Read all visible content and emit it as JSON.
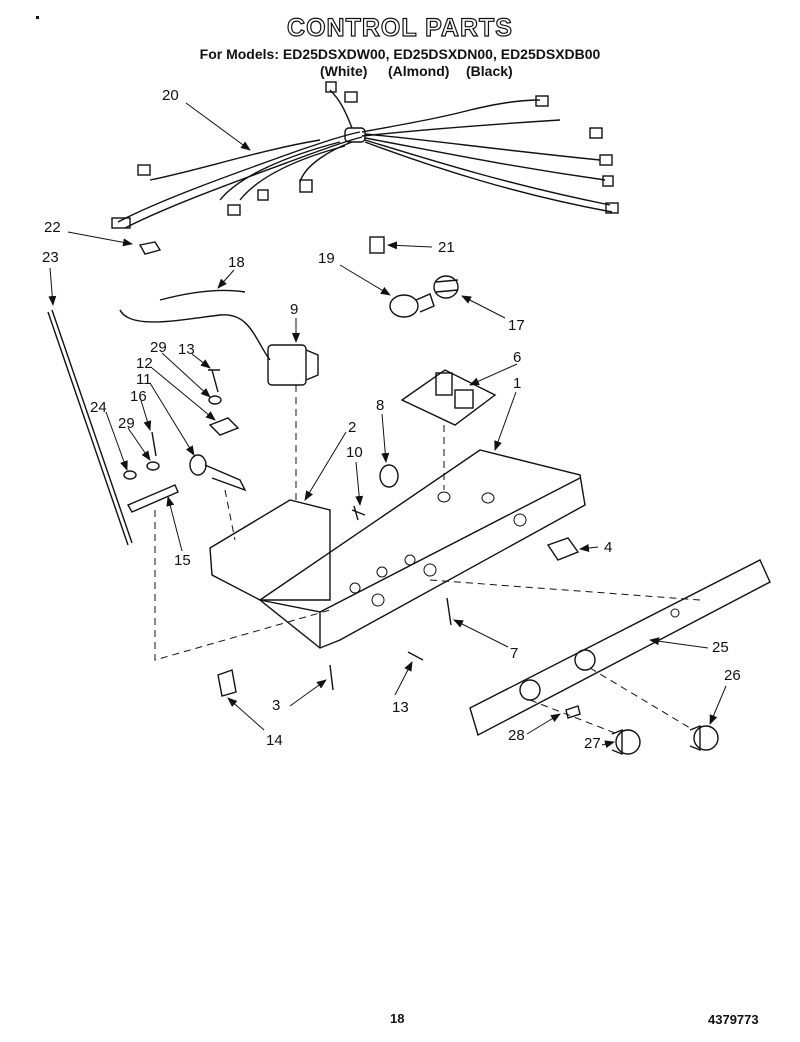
{
  "header": {
    "title": "CONTROL PARTS",
    "models": "For Models: ED25DSXDW00, ED25DSXDN00, ED25DSXDB00",
    "variants": [
      "(White)",
      "(Almond)",
      "(Black)"
    ]
  },
  "callouts": {
    "c1": "1",
    "c2": "2",
    "c3": "3",
    "c4": "4",
    "c6": "6",
    "c7": "7",
    "c8": "8",
    "c9": "9",
    "c10": "10",
    "c11": "11",
    "c12": "12",
    "c13a": "13",
    "c13b": "13",
    "c14": "14",
    "c15": "15",
    "c16": "16",
    "c17": "17",
    "c18": "18",
    "c19": "19",
    "c20": "20",
    "c21": "21",
    "c22": "22",
    "c23": "23",
    "c24": "24",
    "c25": "25",
    "c26": "26",
    "c27": "27",
    "c28": "28",
    "c29a": "29",
    "c29b": "29"
  },
  "footer": {
    "page_number": "18",
    "doc_number": "4379773"
  }
}
